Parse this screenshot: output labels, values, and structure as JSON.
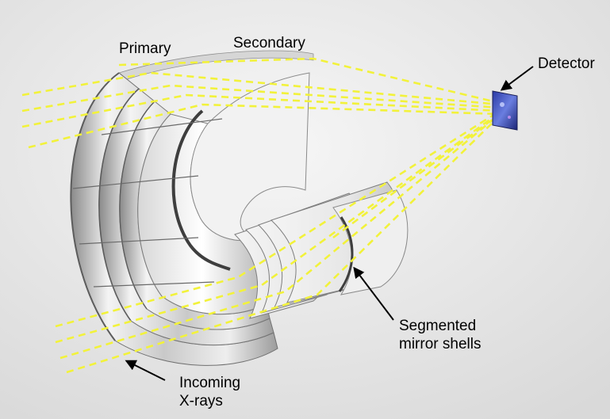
{
  "labels": {
    "primary": "Primary",
    "secondary": "Secondary",
    "detector": "Detector",
    "segmented_line1": "Segmented",
    "segmented_line2": "mirror shells",
    "incoming_line1": "Incoming",
    "incoming_line2": "X-rays"
  },
  "colors": {
    "xray": "#f2f23a",
    "mirror_light": "#f7f7f7",
    "mirror_mid": "#cfcfcf",
    "mirror_dark": "#7d7d7d",
    "detector": "#3b4fb8",
    "arrow": "#000000",
    "background": "#eeeeee"
  }
}
